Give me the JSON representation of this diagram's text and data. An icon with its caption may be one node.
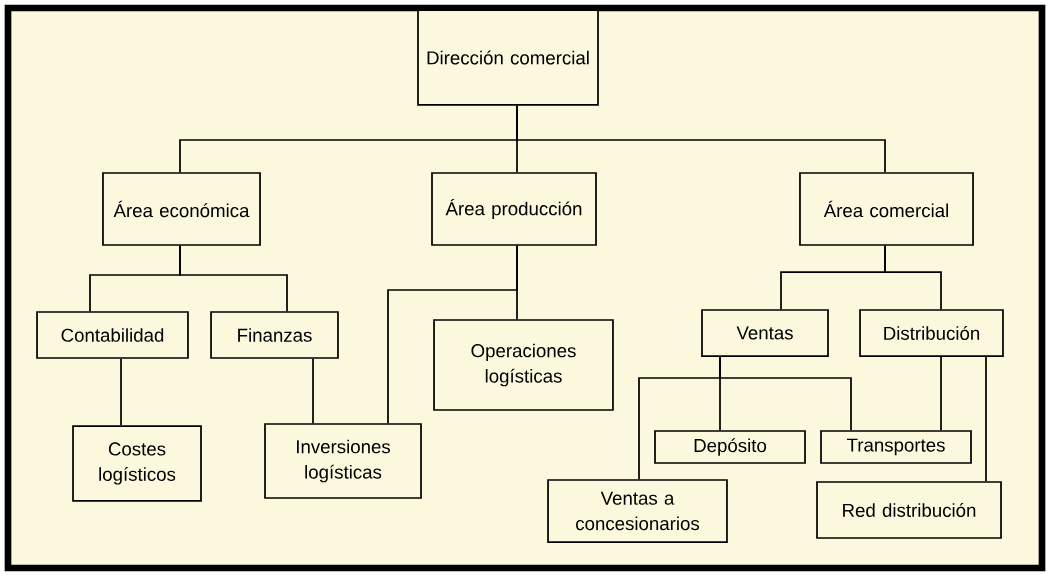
{
  "diagram": {
    "nodes": [
      {
        "text": [
          "Dirección comercial"
        ]
      },
      {
        "text": [
          "Área económica"
        ]
      },
      {
        "text": [
          "Área producción"
        ]
      },
      {
        "text": [
          "Área comercial"
        ]
      },
      {
        "text": [
          "Contabilidad"
        ]
      },
      {
        "text": [
          "Finanzas"
        ]
      },
      {
        "text": [
          "Costes logísticos"
        ]
      },
      {
        "text": [
          "Inversiones logísticas"
        ]
      },
      {
        "text": [
          "Operaciones logísticas"
        ]
      },
      {
        "text": [
          "Ventas"
        ]
      },
      {
        "text": [
          "Distribución"
        ]
      },
      {
        "text": [
          "Depósito"
        ]
      },
      {
        "text": [
          "Transportes"
        ]
      },
      {
        "text": [
          "Ventas a concesionarios"
        ]
      },
      {
        "text": [
          "Red distribución"
        ]
      }
    ],
    "edges": [
      {
        "from": 0,
        "to": 1,
        "arrow": "none"
      },
      {
        "from": 0,
        "to": 2,
        "arrow": "none"
      },
      {
        "from": 0,
        "to": 3,
        "arrow": "none"
      },
      {
        "from": 1,
        "to": 4,
        "arrow": "none"
      },
      {
        "from": 1,
        "to": 5,
        "arrow": "none"
      },
      {
        "from": 4,
        "to": 6,
        "arrow": "none"
      },
      {
        "from": 5,
        "to": 7,
        "arrow": "none"
      },
      {
        "from": 2,
        "to": 7,
        "arrow": "none"
      },
      {
        "from": 2,
        "to": 8,
        "arrow": "none"
      },
      {
        "from": 3,
        "to": 9,
        "arrow": "none"
      },
      {
        "from": 3,
        "to": 10,
        "arrow": "none"
      },
      {
        "from": 9,
        "to": 11,
        "arrow": "none"
      },
      {
        "from": 9,
        "to": 13,
        "arrow": "none"
      },
      {
        "from": 9,
        "to": 12,
        "arrow": "none"
      },
      {
        "from": 10,
        "to": 12,
        "arrow": "none"
      },
      {
        "from": 10,
        "to": 14,
        "arrow": "none"
      }
    ]
  }
}
